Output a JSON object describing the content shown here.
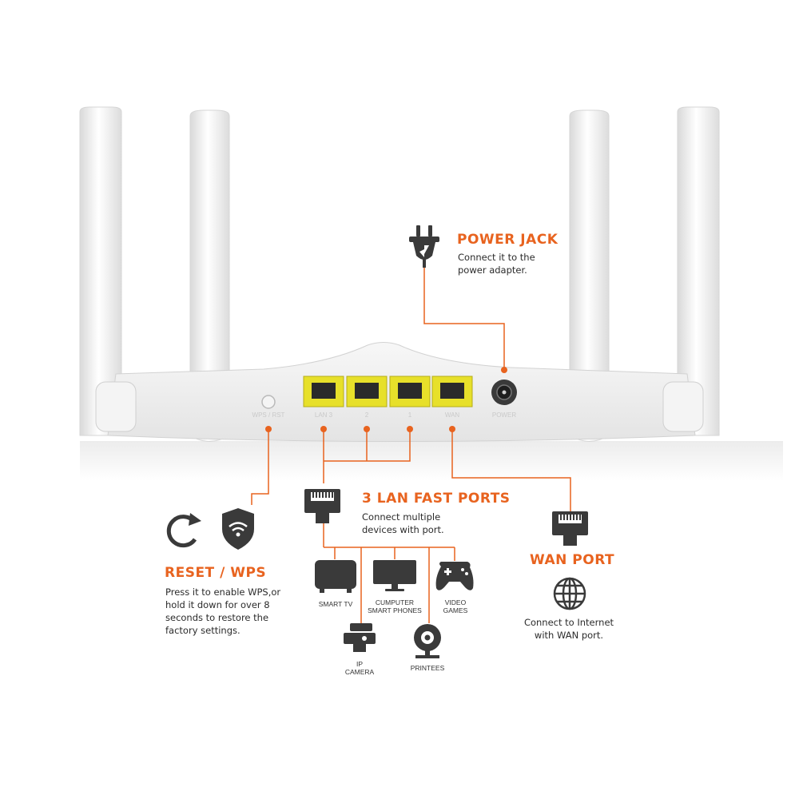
{
  "colors": {
    "accent": "#e8631f",
    "icon": "#3a3a3a",
    "port_yellow": "#e7e02a",
    "router_body": "#f2f2f2"
  },
  "router": {
    "port_labels": [
      "WPS / RST",
      "LAN 3",
      "2",
      "1",
      "WAN",
      "POWER"
    ]
  },
  "power_jack": {
    "title": "POWER JACK",
    "desc": [
      "Connect it to the",
      "power adapter."
    ],
    "icon": "power-plug-icon"
  },
  "lan": {
    "title": "3 LAN FAST PORTS",
    "desc": [
      "Connect multiple",
      "devices with port."
    ],
    "icon": "ethernet-port-icon"
  },
  "wan": {
    "title": "WAN PORT",
    "desc": [
      "Connect to Internet",
      "with WAN port."
    ],
    "icon": "globe-icon"
  },
  "reset_wps": {
    "title": "RESET / WPS",
    "desc": [
      "Press it to enable WPS,or",
      "hold it down for over 8",
      "seconds to restore the",
      "factory settings."
    ],
    "icons": [
      "reset-icon",
      "wifi-shield-icon"
    ]
  },
  "devices": [
    {
      "icon": "smart-tv-icon",
      "label": [
        "SMART TV"
      ]
    },
    {
      "icon": "monitor-icon",
      "label": [
        "CUMPUTER",
        "SMART PHONES"
      ]
    },
    {
      "icon": "gamepad-icon",
      "label": [
        "VIDEO",
        "GAMES"
      ]
    },
    {
      "icon": "ip-camera-icon",
      "label": [
        "IP",
        "CAMERA"
      ]
    },
    {
      "icon": "webcam-icon",
      "label": [
        "PRINTEES"
      ]
    }
  ]
}
